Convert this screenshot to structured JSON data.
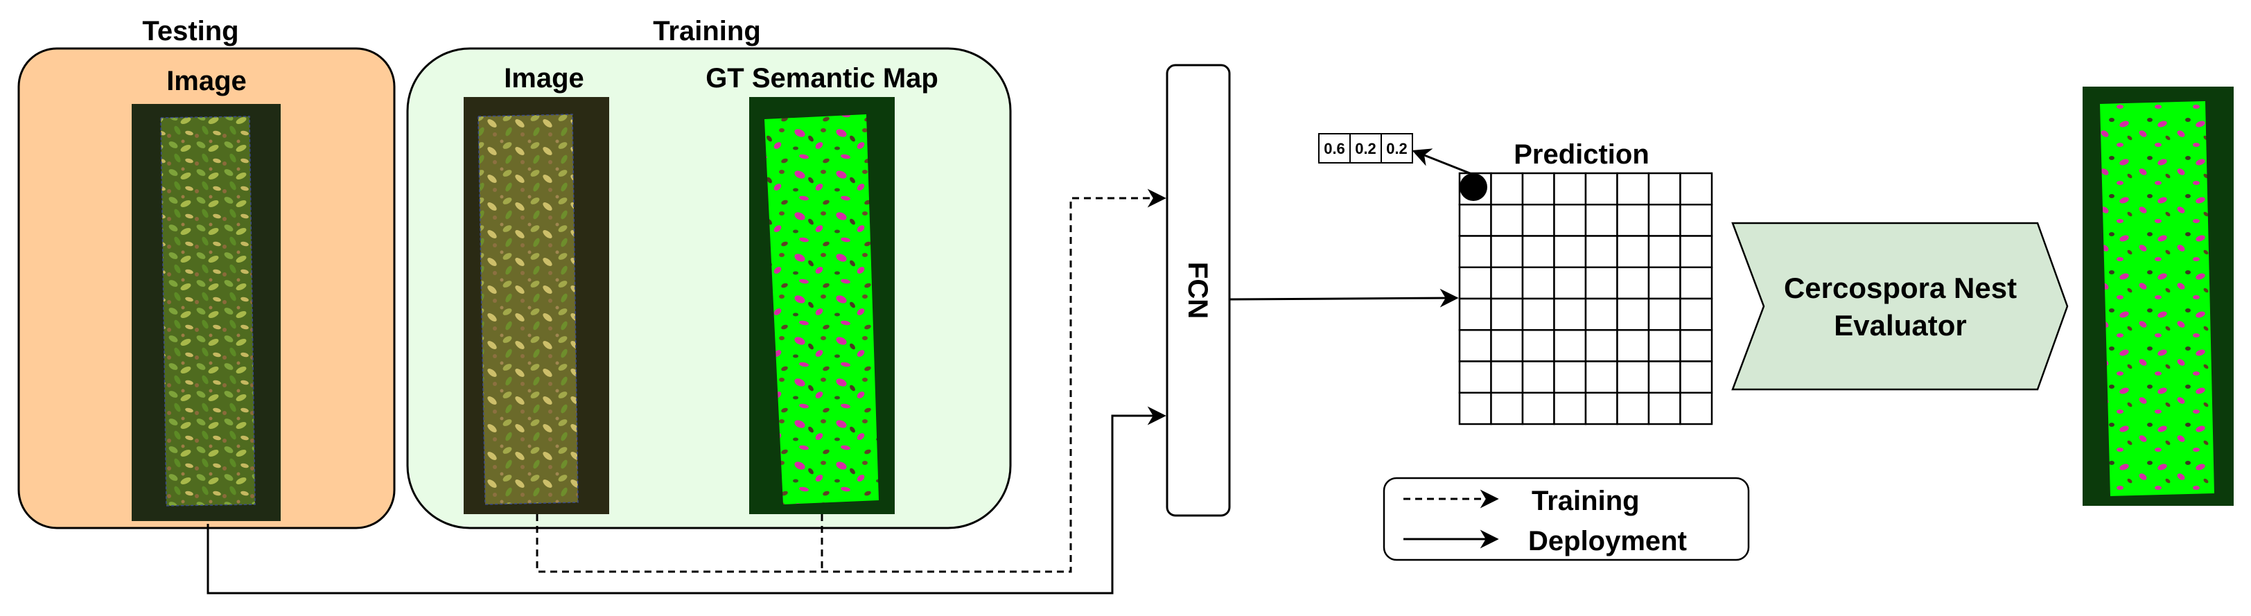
{
  "testing": {
    "title": "Testing",
    "panel_label": "Image",
    "fill": "#ffcc99"
  },
  "training": {
    "title": "Training",
    "image_label": "Image",
    "gt_label": "GT Semantic Map",
    "fill": "#e8fce6"
  },
  "fcn": {
    "label": "FCN"
  },
  "prediction": {
    "title": "Prediction",
    "grid_rows": 8,
    "grid_cols": 8,
    "probabilities": [
      "0.6",
      "0.2",
      "0.2"
    ]
  },
  "evaluator": {
    "line1": "Cercospora Nest",
    "line2": "Evaluator",
    "fill": "#d5e8d4"
  },
  "legend": {
    "training_label": "Training",
    "deployment_label": "Deployment"
  },
  "colors": {
    "crop_green": "#00ff00",
    "disease_magenta": "#d42ca4",
    "soil_dark": "#1f2a14",
    "stroke": "#000000"
  }
}
